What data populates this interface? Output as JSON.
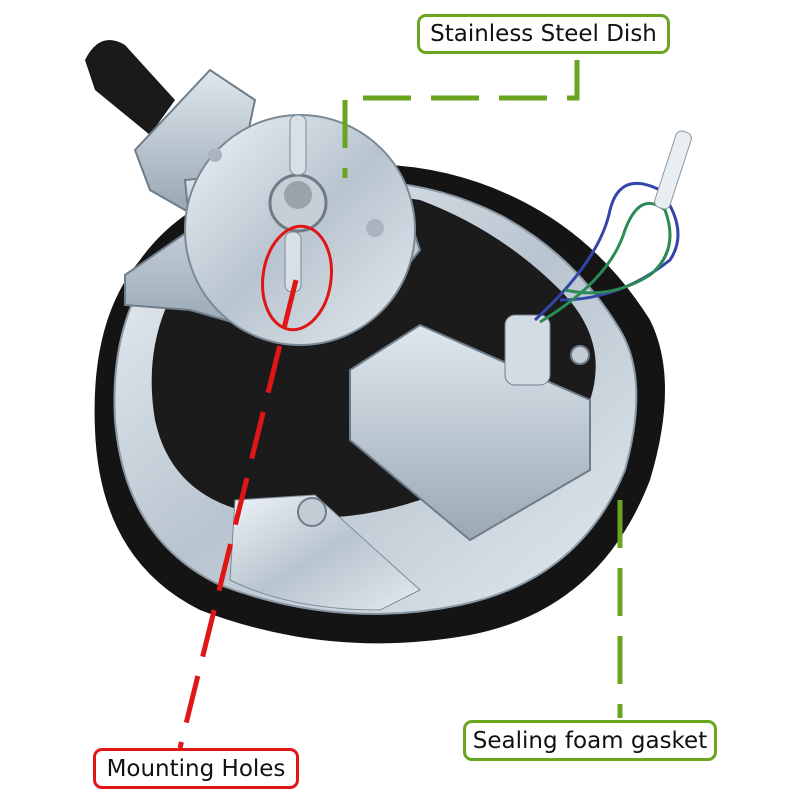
{
  "labels": {
    "dish": "Stainless Steel Dish",
    "gasket": "Sealing foam gasket",
    "mounting": "Mounting Holes"
  },
  "colors": {
    "green": "#6aa51f",
    "red": "#e01616",
    "gasket": "#141414",
    "steel": "#c9d3dc"
  }
}
